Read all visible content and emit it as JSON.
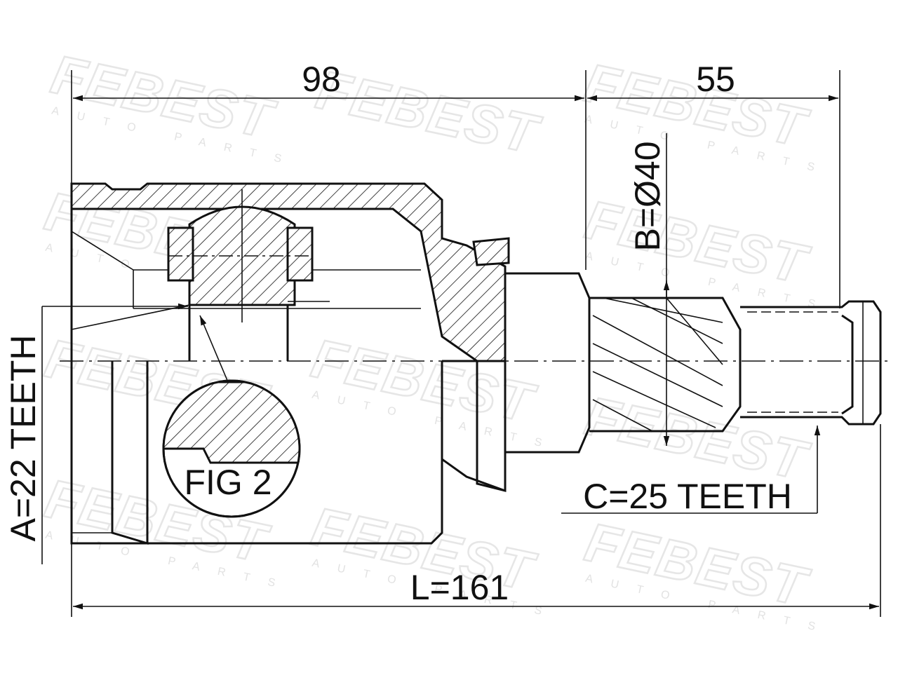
{
  "watermark": {
    "brand": "FEBEST",
    "tagline": "AUTO PARTS"
  },
  "dimensions": {
    "housing_length": "98",
    "shaft_length": "55",
    "outer_diameter": "B=Ø40",
    "outer_teeth": "C=25 TEETH",
    "inner_teeth": "A=22 TEETH",
    "total_length": "L=161"
  },
  "detail_label": "FIG 2",
  "colors": {
    "line": "#111111",
    "watermark": "#e6e6e6",
    "background": "#ffffff"
  }
}
